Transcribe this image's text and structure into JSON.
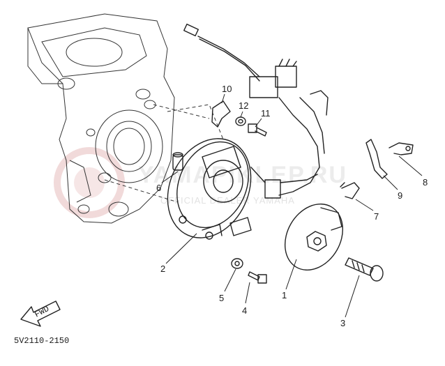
{
  "diagram": {
    "part_code": "5V2110-2150",
    "front_marker": "FWD",
    "watermark": {
      "main": "YAMAPIKLEP.RU",
      "sub": "OFFICIAL DEALER YAMAHA"
    },
    "callouts": [
      {
        "number": "1"
      },
      {
        "number": "2"
      },
      {
        "number": "3"
      },
      {
        "number": "4"
      },
      {
        "number": "5"
      },
      {
        "number": "6"
      },
      {
        "number": "7"
      },
      {
        "number": "8"
      },
      {
        "number": "9"
      },
      {
        "number": "10"
      },
      {
        "number": "11"
      },
      {
        "number": "12"
      }
    ]
  }
}
